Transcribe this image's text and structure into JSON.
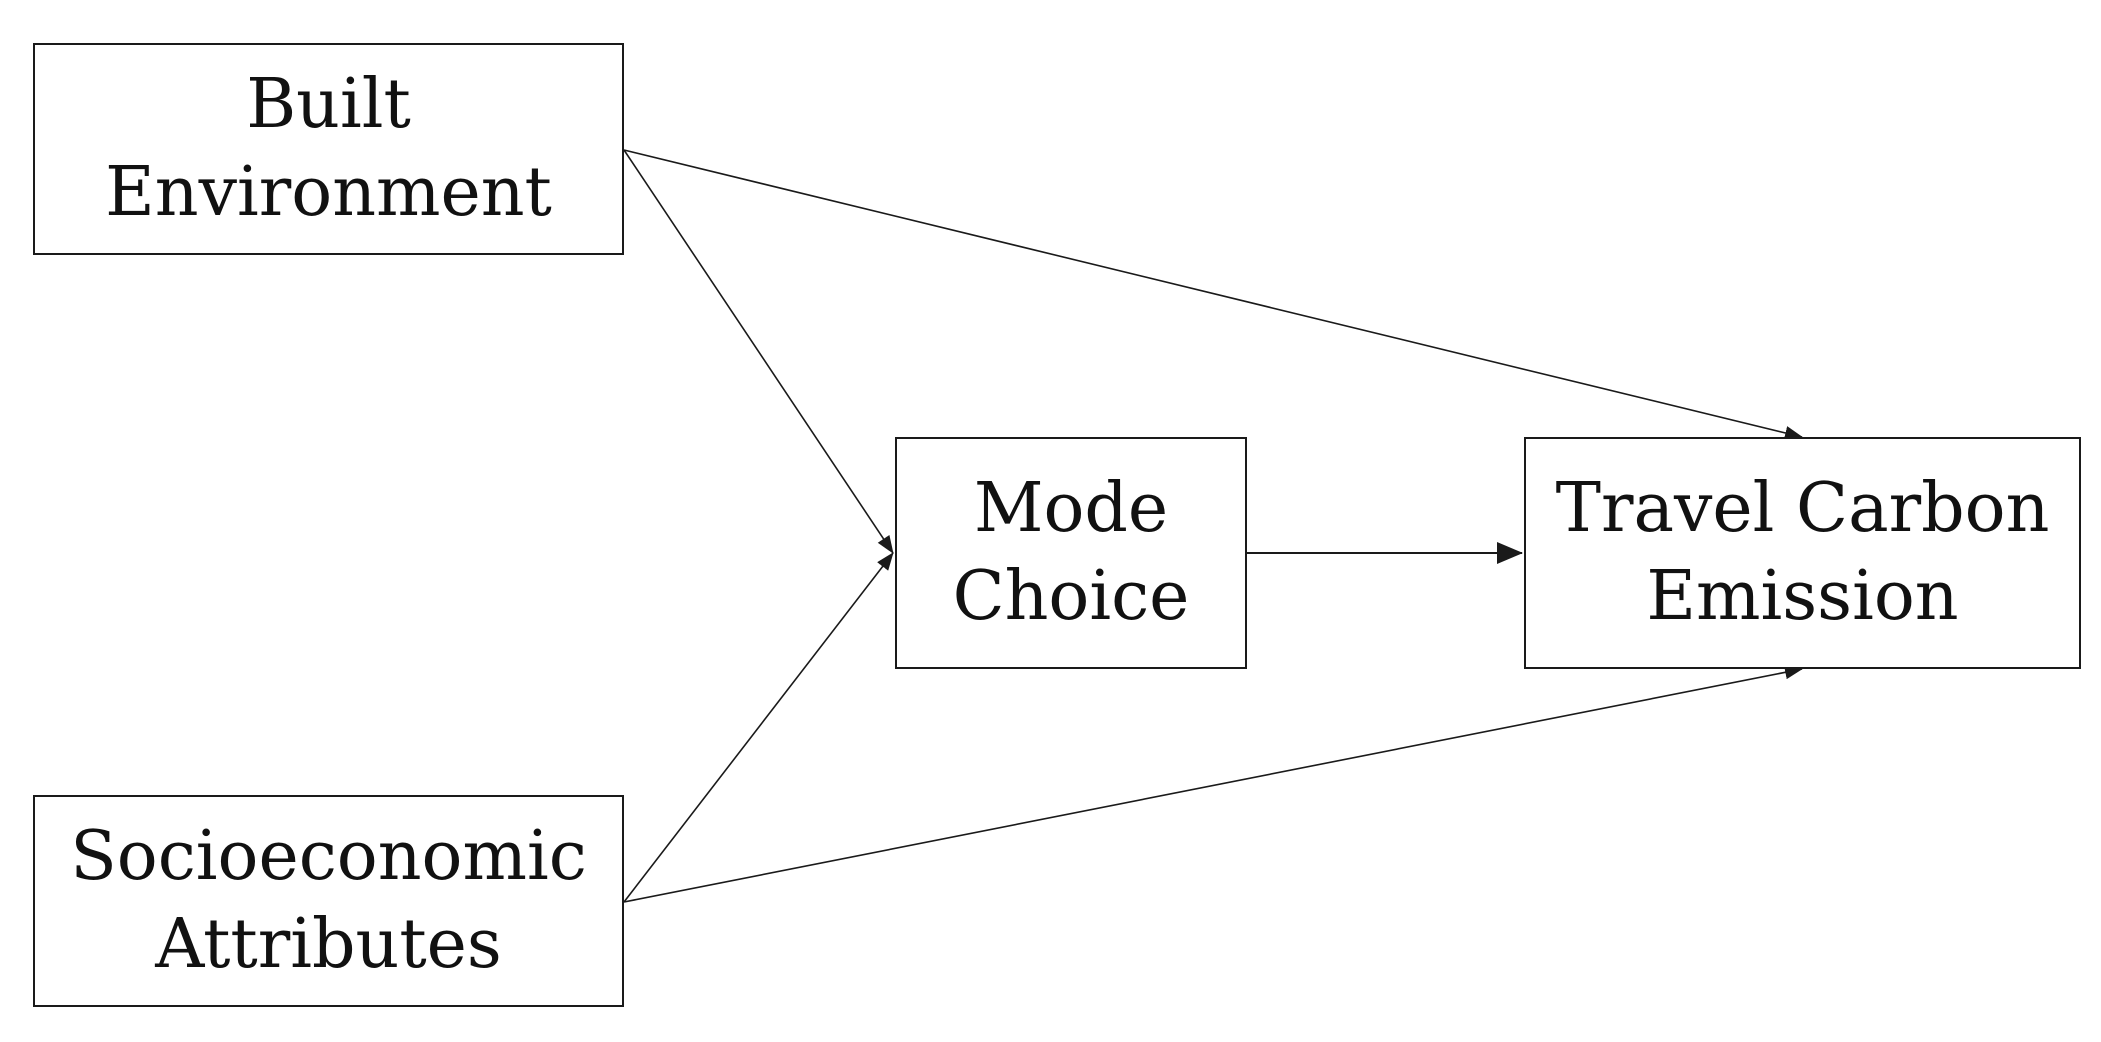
{
  "diagram": {
    "nodes": {
      "built_environment": {
        "line1": "Built",
        "line2": "Environment"
      },
      "socioeconomic": {
        "line1": "Socioeconomic",
        "line2": "Attributes"
      },
      "mode_choice": {
        "line1": "Mode",
        "line2": "Choice"
      },
      "travel_carbon": {
        "line1": "Travel Carbon",
        "line2": "Emission"
      }
    },
    "edges": [
      {
        "from": "Built Environment",
        "to": "Mode Choice"
      },
      {
        "from": "Built Environment",
        "to": "Travel Carbon Emission"
      },
      {
        "from": "Socioeconomic Attributes",
        "to": "Mode Choice"
      },
      {
        "from": "Socioeconomic Attributes",
        "to": "Travel Carbon Emission"
      },
      {
        "from": "Mode Choice",
        "to": "Travel Carbon Emission"
      }
    ],
    "colors": {
      "background": "#ffffff",
      "stroke": "#1a1a1a",
      "text": "#111111"
    }
  }
}
